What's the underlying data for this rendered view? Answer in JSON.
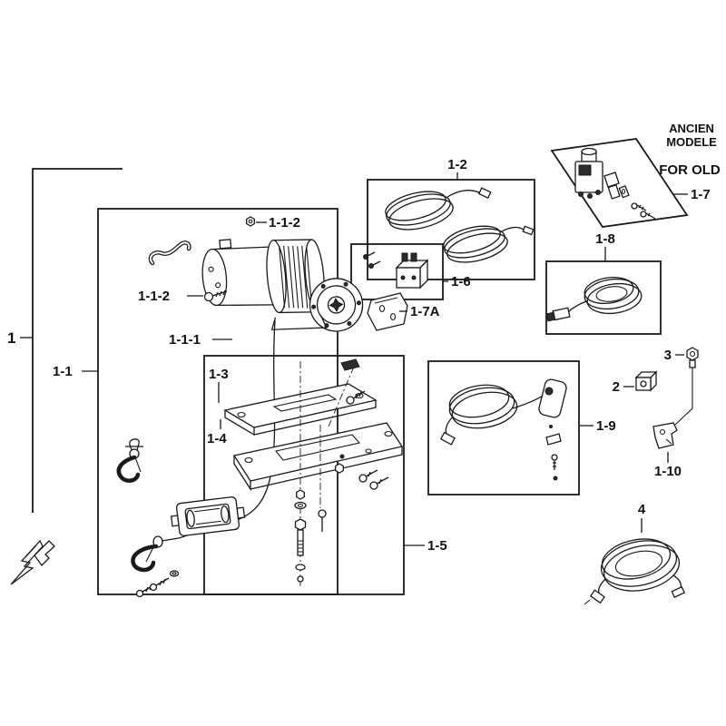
{
  "diagram": {
    "background": "#ffffff",
    "line_color": "#1a1a1a",
    "type": "exploded-parts-diagram",
    "callouts": {
      "c1": "1",
      "c1_1": "1-1",
      "c1_1_1": "1-1-1",
      "c1_1_2_top": "1-1-2",
      "c1_1_2_side": "1-1-2",
      "c1_2": "1-2",
      "c1_3": "1-3",
      "c1_4": "1-4",
      "c1_5": "1-5",
      "c1_6": "1-6",
      "c1_7": "1-7",
      "c1_7A": "1-7A",
      "c1_8": "1-8",
      "c1_9": "1-9",
      "c1_10": "1-10",
      "c2": "2",
      "c3": "3",
      "c4": "4"
    },
    "annotations": {
      "old_model_fr_1": "ANCIEN",
      "old_model_fr_2": "MODELE",
      "old_model_en": "FOR OLD"
    }
  }
}
